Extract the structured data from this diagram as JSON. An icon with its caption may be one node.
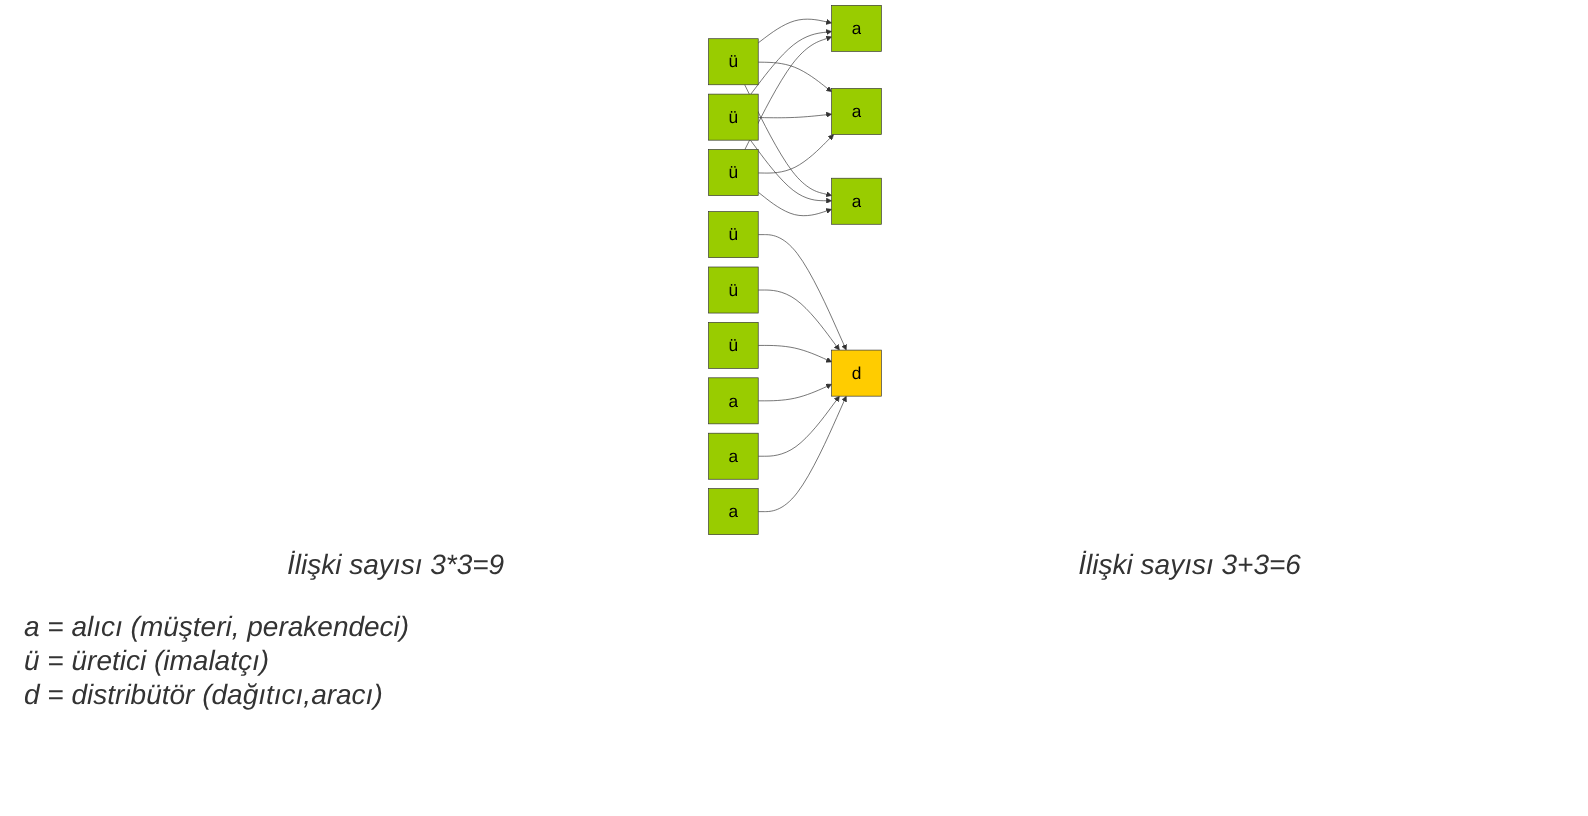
{
  "diagram": {
    "nodes": [
      {
        "text": [
          "ü"
        ]
      },
      {
        "text": [
          "ü"
        ]
      },
      {
        "text": [
          "ü"
        ]
      },
      {
        "text": [
          "a"
        ]
      },
      {
        "text": [
          "a"
        ]
      },
      {
        "text": [
          "a"
        ]
      },
      {
        "text": [
          "ü"
        ]
      },
      {
        "text": [
          "ü"
        ]
      },
      {
        "text": [
          "ü"
        ]
      },
      {
        "text": [
          "d"
        ]
      },
      {
        "text": [
          "a"
        ]
      },
      {
        "text": [
          "a"
        ]
      },
      {
        "text": [
          "a"
        ]
      }
    ],
    "edges": [
      {
        "from": 0,
        "to": 3,
        "arrow": "to"
      },
      {
        "from": 0,
        "to": 4,
        "arrow": "to"
      },
      {
        "from": 0,
        "to": 5,
        "arrow": "to"
      },
      {
        "from": 1,
        "to": 3,
        "arrow": "to"
      },
      {
        "from": 1,
        "to": 4,
        "arrow": "to"
      },
      {
        "from": 1,
        "to": 5,
        "arrow": "to"
      },
      {
        "from": 2,
        "to": 3,
        "arrow": "to"
      },
      {
        "from": 2,
        "to": 4,
        "arrow": "to"
      },
      {
        "from": 2,
        "to": 5,
        "arrow": "to"
      },
      {
        "from": 6,
        "to": 9,
        "arrow": "to"
      },
      {
        "from": 7,
        "to": 9,
        "arrow": "to"
      },
      {
        "from": 8,
        "to": 9,
        "arrow": "to"
      },
      {
        "from": 10,
        "to": 9,
        "arrow": "to"
      },
      {
        "from": 11,
        "to": 9,
        "arrow": "to"
      },
      {
        "from": 12,
        "to": 9,
        "arrow": "to"
      }
    ],
    "labels": [
      "İlişki sayısı 3*3=9",
      "İlişki sayısı 3+3=6",
      "a = alıcı (müşteri, perakendeci)",
      "ü = üretici (imalatçı)",
      "d = distribütör (dağıtıcı,aracı)"
    ]
  }
}
